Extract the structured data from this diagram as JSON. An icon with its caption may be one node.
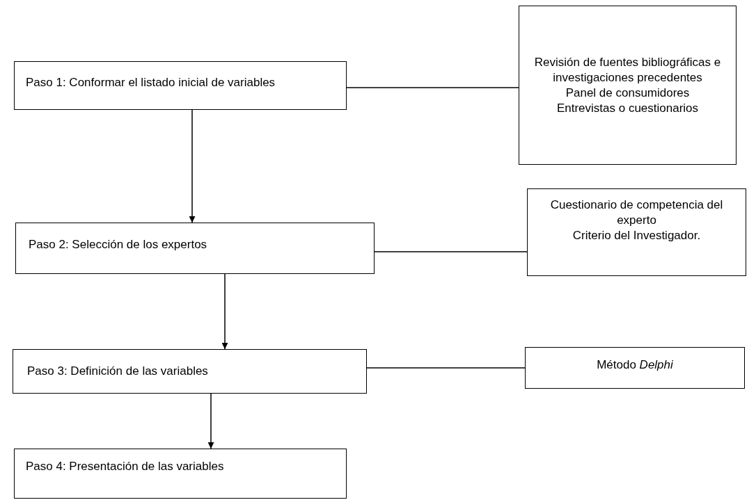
{
  "diagram": {
    "nodes": [
      {
        "text": [
          "Paso 1: Conformar el listado inicial de variables"
        ]
      },
      {
        "text": [
          "Revisión de fuentes bibliográficas e investigaciones precedentes",
          "Panel de consumidores",
          "Entrevistas o cuestionarios"
        ]
      },
      {
        "text": [
          "Paso 2: Selección de los expertos"
        ]
      },
      {
        "text": [
          "Cuestionario de competencia del experto",
          "Criterio del Investigador."
        ]
      },
      {
        "text": [
          "Paso 3: Definición de las variables"
        ]
      },
      {
        "text": [
          "Método *Delphi*"
        ]
      },
      {
        "text": [
          "Paso 4: Presentación de las variables"
        ]
      }
    ],
    "edges": [
      {
        "from": 0,
        "to": 1,
        "arrow": "none"
      },
      {
        "from": 0,
        "to": 2,
        "arrow": "to"
      },
      {
        "from": 2,
        "to": 3,
        "arrow": "none"
      },
      {
        "from": 2,
        "to": 4,
        "arrow": "to"
      },
      {
        "from": 4,
        "to": 5,
        "arrow": "none"
      },
      {
        "from": 4,
        "to": 6,
        "arrow": "to"
      }
    ]
  }
}
